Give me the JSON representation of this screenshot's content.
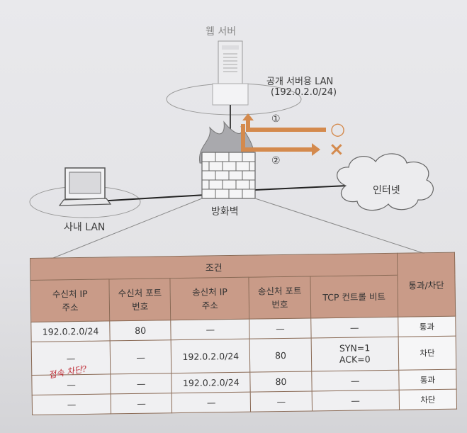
{
  "diagram": {
    "web_server_label": "웹 서버",
    "public_lan_label": "공개 서버용 LAN",
    "public_lan_subnet": "(192.0.2.0/24)",
    "route1_marker": "①",
    "route2_marker": "②",
    "route1_result": "○",
    "route2_result": "×",
    "internet_label": "인터넷",
    "firewall_label": "방화벽",
    "internal_lan_label": "사내 LAN",
    "colors": {
      "arrow": "#d48a4d",
      "table_header": "#c99b88",
      "table_border": "#8a6a55"
    }
  },
  "table": {
    "group_header": "조건",
    "verdict_header": "통과/차단",
    "columns": [
      [
        "수신처 IP",
        "주소"
      ],
      [
        "수신처 포트",
        "번호"
      ],
      [
        "송신처 IP",
        "주소"
      ],
      [
        "송신처 포트",
        "번호"
      ],
      [
        "TCP 컨트롤 비트",
        ""
      ]
    ],
    "rows": [
      {
        "cells": [
          "192.0.2.0/24",
          "80",
          "—",
          "—",
          "—"
        ],
        "verdict": "통과"
      },
      {
        "cells": [
          "—",
          "—",
          "192.0.2.0/24",
          "80",
          "SYN=1\nACK=0"
        ],
        "verdict": "차단"
      },
      {
        "cells": [
          "—",
          "—",
          "192.0.2.0/24",
          "80",
          "—"
        ],
        "verdict": "통과"
      },
      {
        "cells": [
          "—",
          "—",
          "—",
          "—",
          "—"
        ],
        "verdict": "차단"
      }
    ],
    "handwritten_note": "접속 차단?"
  }
}
